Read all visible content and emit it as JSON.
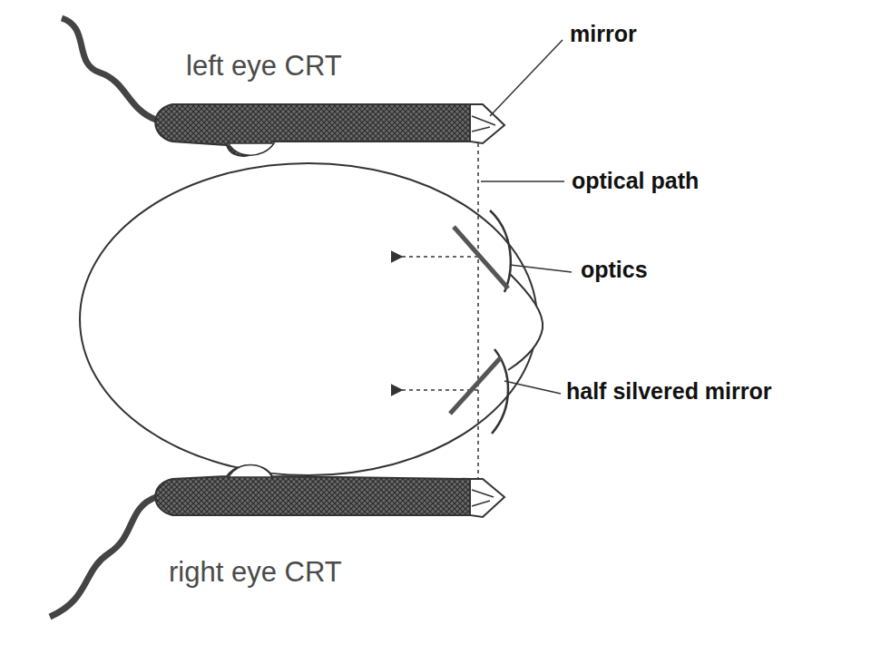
{
  "diagram": {
    "labels": [
      "left eye CRT",
      "mirror",
      "optical path",
      "optics",
      "half silvered mirror",
      "right eye CRT"
    ]
  }
}
